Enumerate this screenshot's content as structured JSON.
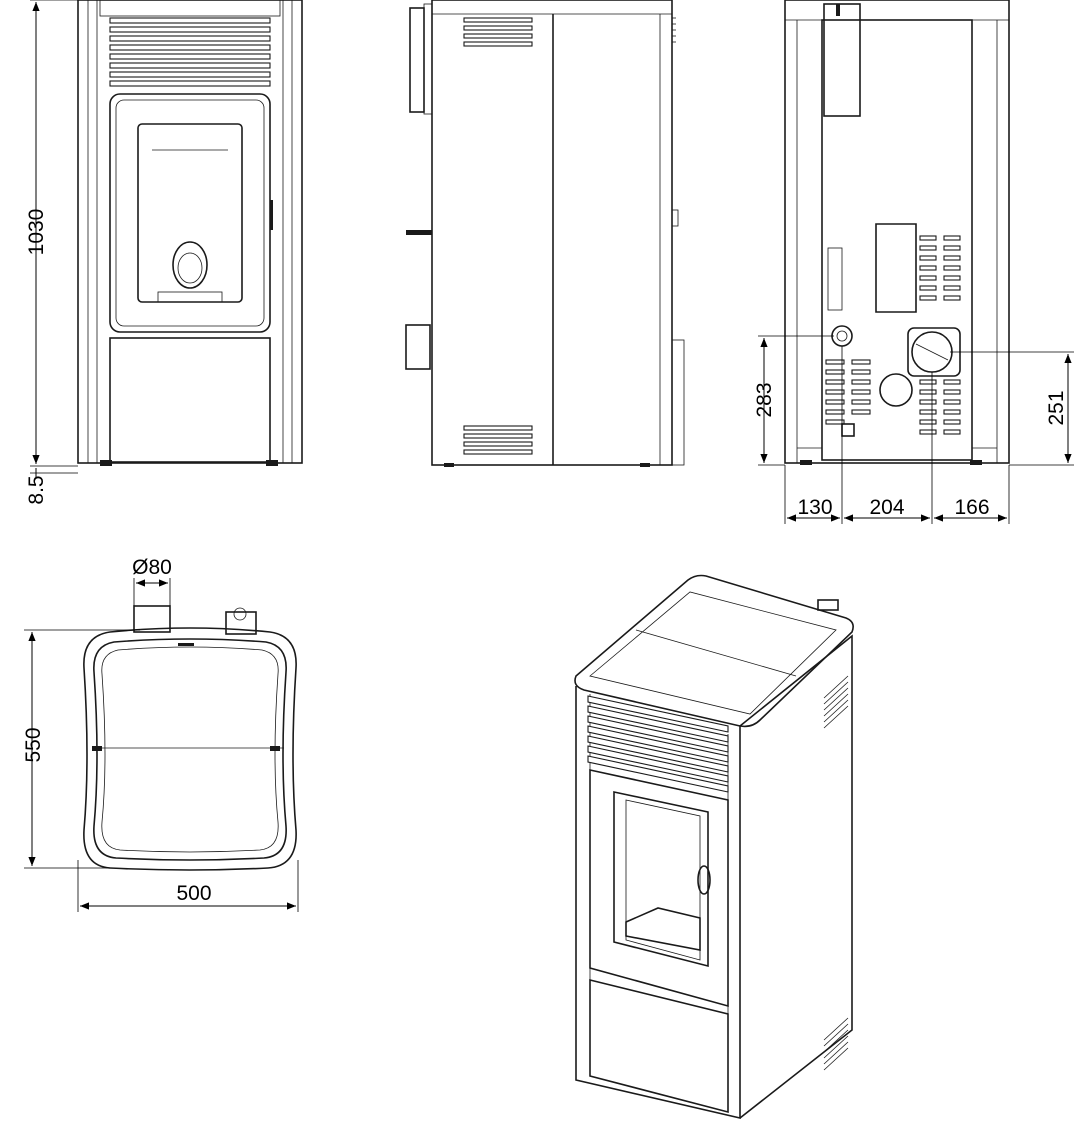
{
  "dimensions": {
    "height_total": "1030",
    "feet_height": "8.5",
    "rear_outlet_left_height": "283",
    "rear_outlet_right_height": "251",
    "rear_offset_left": "130",
    "rear_offset_middle": "204",
    "rear_offset_right": "166",
    "flue_diameter": "Ø80",
    "depth": "550",
    "width": "500"
  }
}
